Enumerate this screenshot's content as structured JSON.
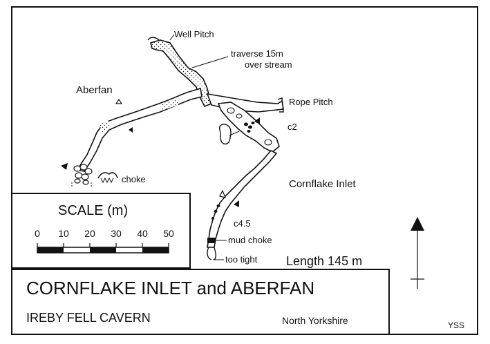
{
  "survey": {
    "title": "CORNFLAKE INLET and ABERFAN",
    "cave": "IREBY FELL CAVERN",
    "region": "North Yorkshire",
    "length_label": "Length  145 m",
    "credit": "YSS"
  },
  "labels": {
    "well_pitch": "Well Pitch",
    "traverse_1": "traverse 15m",
    "traverse_2": "over stream",
    "aberfan": "Aberfan",
    "rope_pitch": "Rope Pitch",
    "c2": "c2",
    "choke": "choke",
    "cornflake_inlet": "Cornflake Inlet",
    "c4_5": "c4.5",
    "mud_choke": "mud choke",
    "too_tight": "too tight"
  },
  "scale": {
    "title": "SCALE (m)",
    "ticks": [
      "0",
      "10",
      "20",
      "30",
      "40",
      "50"
    ],
    "max_m": 50
  },
  "north_arrow": {
    "direction": "north"
  },
  "colors": {
    "ink": "#111111",
    "paper": "#ffffff"
  }
}
